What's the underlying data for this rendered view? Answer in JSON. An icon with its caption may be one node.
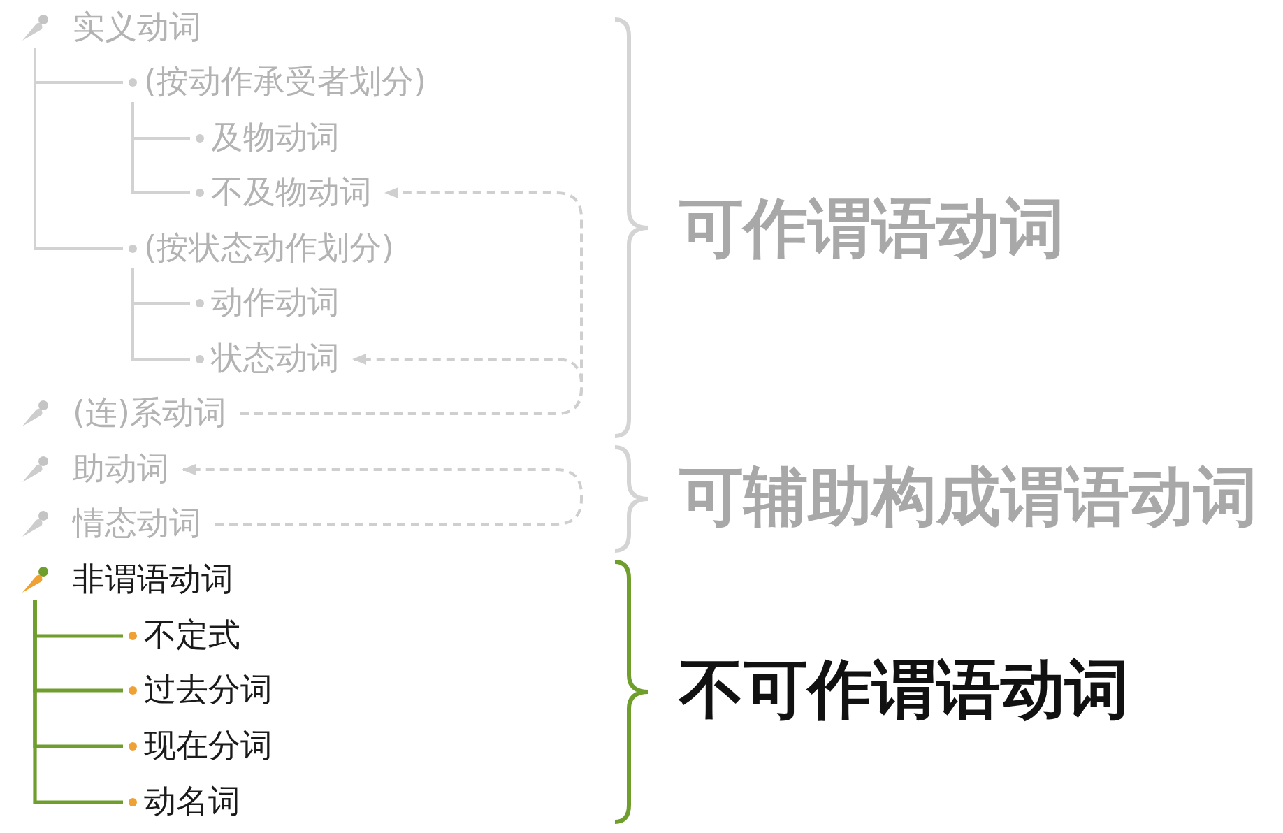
{
  "diagram": {
    "nodes": [
      {
        "text": [
          "实义动词"
        ]
      },
      {
        "text": [
          "(按动作承受者划分)"
        ]
      },
      {
        "text": [
          "及物动词"
        ]
      },
      {
        "text": [
          "不及物动词"
        ]
      },
      {
        "text": [
          "(按状态动作划分)"
        ]
      },
      {
        "text": [
          "动作动词"
        ]
      },
      {
        "text": [
          "状态动词"
        ]
      },
      {
        "text": [
          "(连)系动词"
        ]
      },
      {
        "text": [
          "助动词"
        ]
      },
      {
        "text": [
          "情态动词"
        ]
      },
      {
        "text": [
          "非谓语动词"
        ]
      },
      {
        "text": [
          "不定式"
        ]
      },
      {
        "text": [
          "过去分词"
        ]
      },
      {
        "text": [
          "现在分词"
        ]
      },
      {
        "text": [
          "动名词"
        ]
      }
    ],
    "edges": [
      {
        "from": 0,
        "to": 1,
        "arrow": "none"
      },
      {
        "from": 1,
        "to": 2,
        "arrow": "none"
      },
      {
        "from": 1,
        "to": 3,
        "arrow": "none"
      },
      {
        "from": 0,
        "to": 4,
        "arrow": "none"
      },
      {
        "from": 4,
        "to": 5,
        "arrow": "none"
      },
      {
        "from": 4,
        "to": 6,
        "arrow": "none"
      },
      {
        "from": 7,
        "to": 3,
        "arrow": "to",
        "style": "dashed"
      },
      {
        "from": 7,
        "to": 6,
        "arrow": "to",
        "style": "dashed"
      },
      {
        "from": 9,
        "to": 8,
        "arrow": "to",
        "style": "dashed"
      },
      {
        "from": 10,
        "to": 11,
        "arrow": "none",
        "color": "#6f9e2c"
      },
      {
        "from": 10,
        "to": 12,
        "arrow": "none",
        "color": "#6f9e2c"
      },
      {
        "from": 10,
        "to": 13,
        "arrow": "none",
        "color": "#6f9e2c"
      },
      {
        "from": 10,
        "to": 14,
        "arrow": "none",
        "color": "#6f9e2c"
      }
    ],
    "labels": [
      "可作谓语动词",
      "可辅助构成谓语动词",
      "不可作谓语动词"
    ]
  }
}
